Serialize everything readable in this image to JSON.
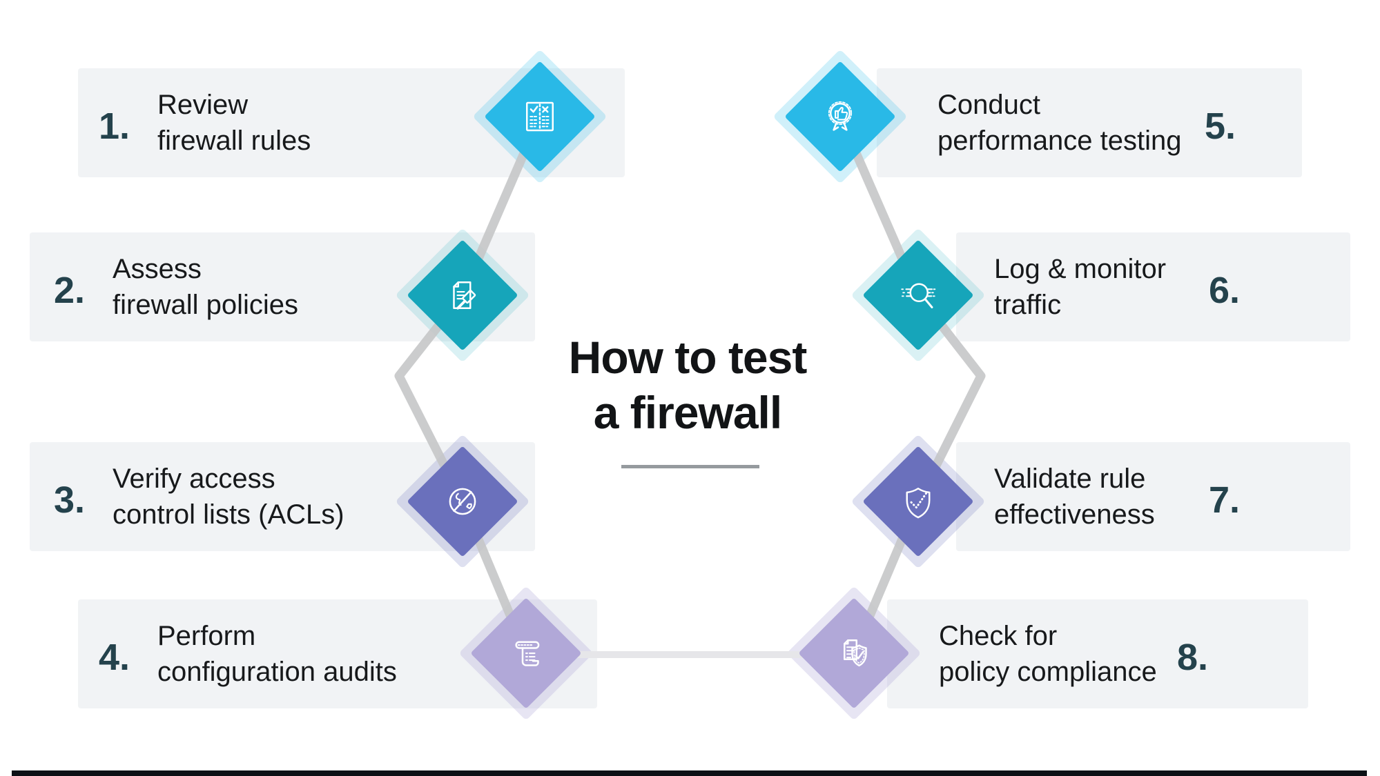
{
  "title": {
    "line1": "How to test",
    "line2": "a firewall"
  },
  "steps": [
    {
      "number": "1.",
      "label": "Review\nfirewall rules",
      "icon": "checklist-compare-icon",
      "tier": "cyan",
      "side": "left"
    },
    {
      "number": "2.",
      "label": "Assess\nfirewall policies",
      "icon": "policy-gavel-icon",
      "tier": "teal",
      "side": "left"
    },
    {
      "number": "3.",
      "label": "Verify access\ncontrol lists (ACLs)",
      "icon": "blocked-globe-icon",
      "tier": "purple",
      "side": "left"
    },
    {
      "number": "4.",
      "label": "Perform\nconfiguration audits",
      "icon": "audit-scroll-icon",
      "tier": "lavender",
      "side": "left"
    },
    {
      "number": "5.",
      "label": "Conduct\nperformance testing",
      "icon": "award-thumbs-up-icon",
      "tier": "cyan",
      "side": "right"
    },
    {
      "number": "6.",
      "label": "Log & monitor\ntraffic",
      "icon": "magnifier-traffic-icon",
      "tier": "teal",
      "side": "right"
    },
    {
      "number": "7.",
      "label": "Validate rule\neffectiveness",
      "icon": "shield-check-icon",
      "tier": "purple",
      "side": "right"
    },
    {
      "number": "8.",
      "label": "Check for\npolicy compliance",
      "icon": "document-shield-icon",
      "tier": "lavender",
      "side": "right"
    }
  ],
  "colors": {
    "tier_cyan": "#29b9e7",
    "tier_teal": "#16a5ba",
    "tier_purple": "#6a70bc",
    "tier_lavender": "#b1a8d8",
    "band_background": "#f1f3f5",
    "number_text": "#24424c",
    "label_text": "#17191b",
    "title_text": "#121416",
    "connector": "#c5c6c8",
    "connector_light": "#e6e6e9",
    "divider": "#959a9e",
    "footer_bar": "#0c1116"
  }
}
